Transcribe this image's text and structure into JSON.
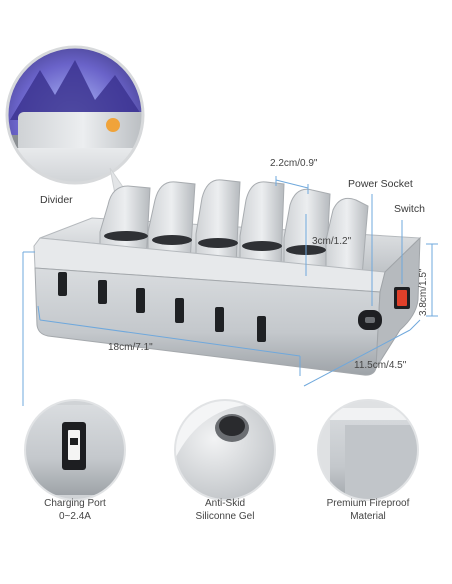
{
  "labels": {
    "divider": "Divider",
    "power_socket": "Power Socket",
    "switch": "Switch",
    "width_slot": "2.2cm/0.9\"",
    "height_divider": "3cm/1.2\"",
    "height_total": "3.8cm/1.5\"",
    "length": "18cm/7.1\"",
    "depth": "11.5cm/4.5\""
  },
  "features": [
    {
      "line1": "Charging Port",
      "line2": "0~2.4A"
    },
    {
      "line1": "Anti-Skid",
      "line2": "Siliconne Gel"
    },
    {
      "line1": "Premium Fireproof",
      "line2": "Material"
    }
  ],
  "colors": {
    "accent_line": "#6fa8dc",
    "switch_red": "#e0402a",
    "silver": "#c9ccd0"
  }
}
